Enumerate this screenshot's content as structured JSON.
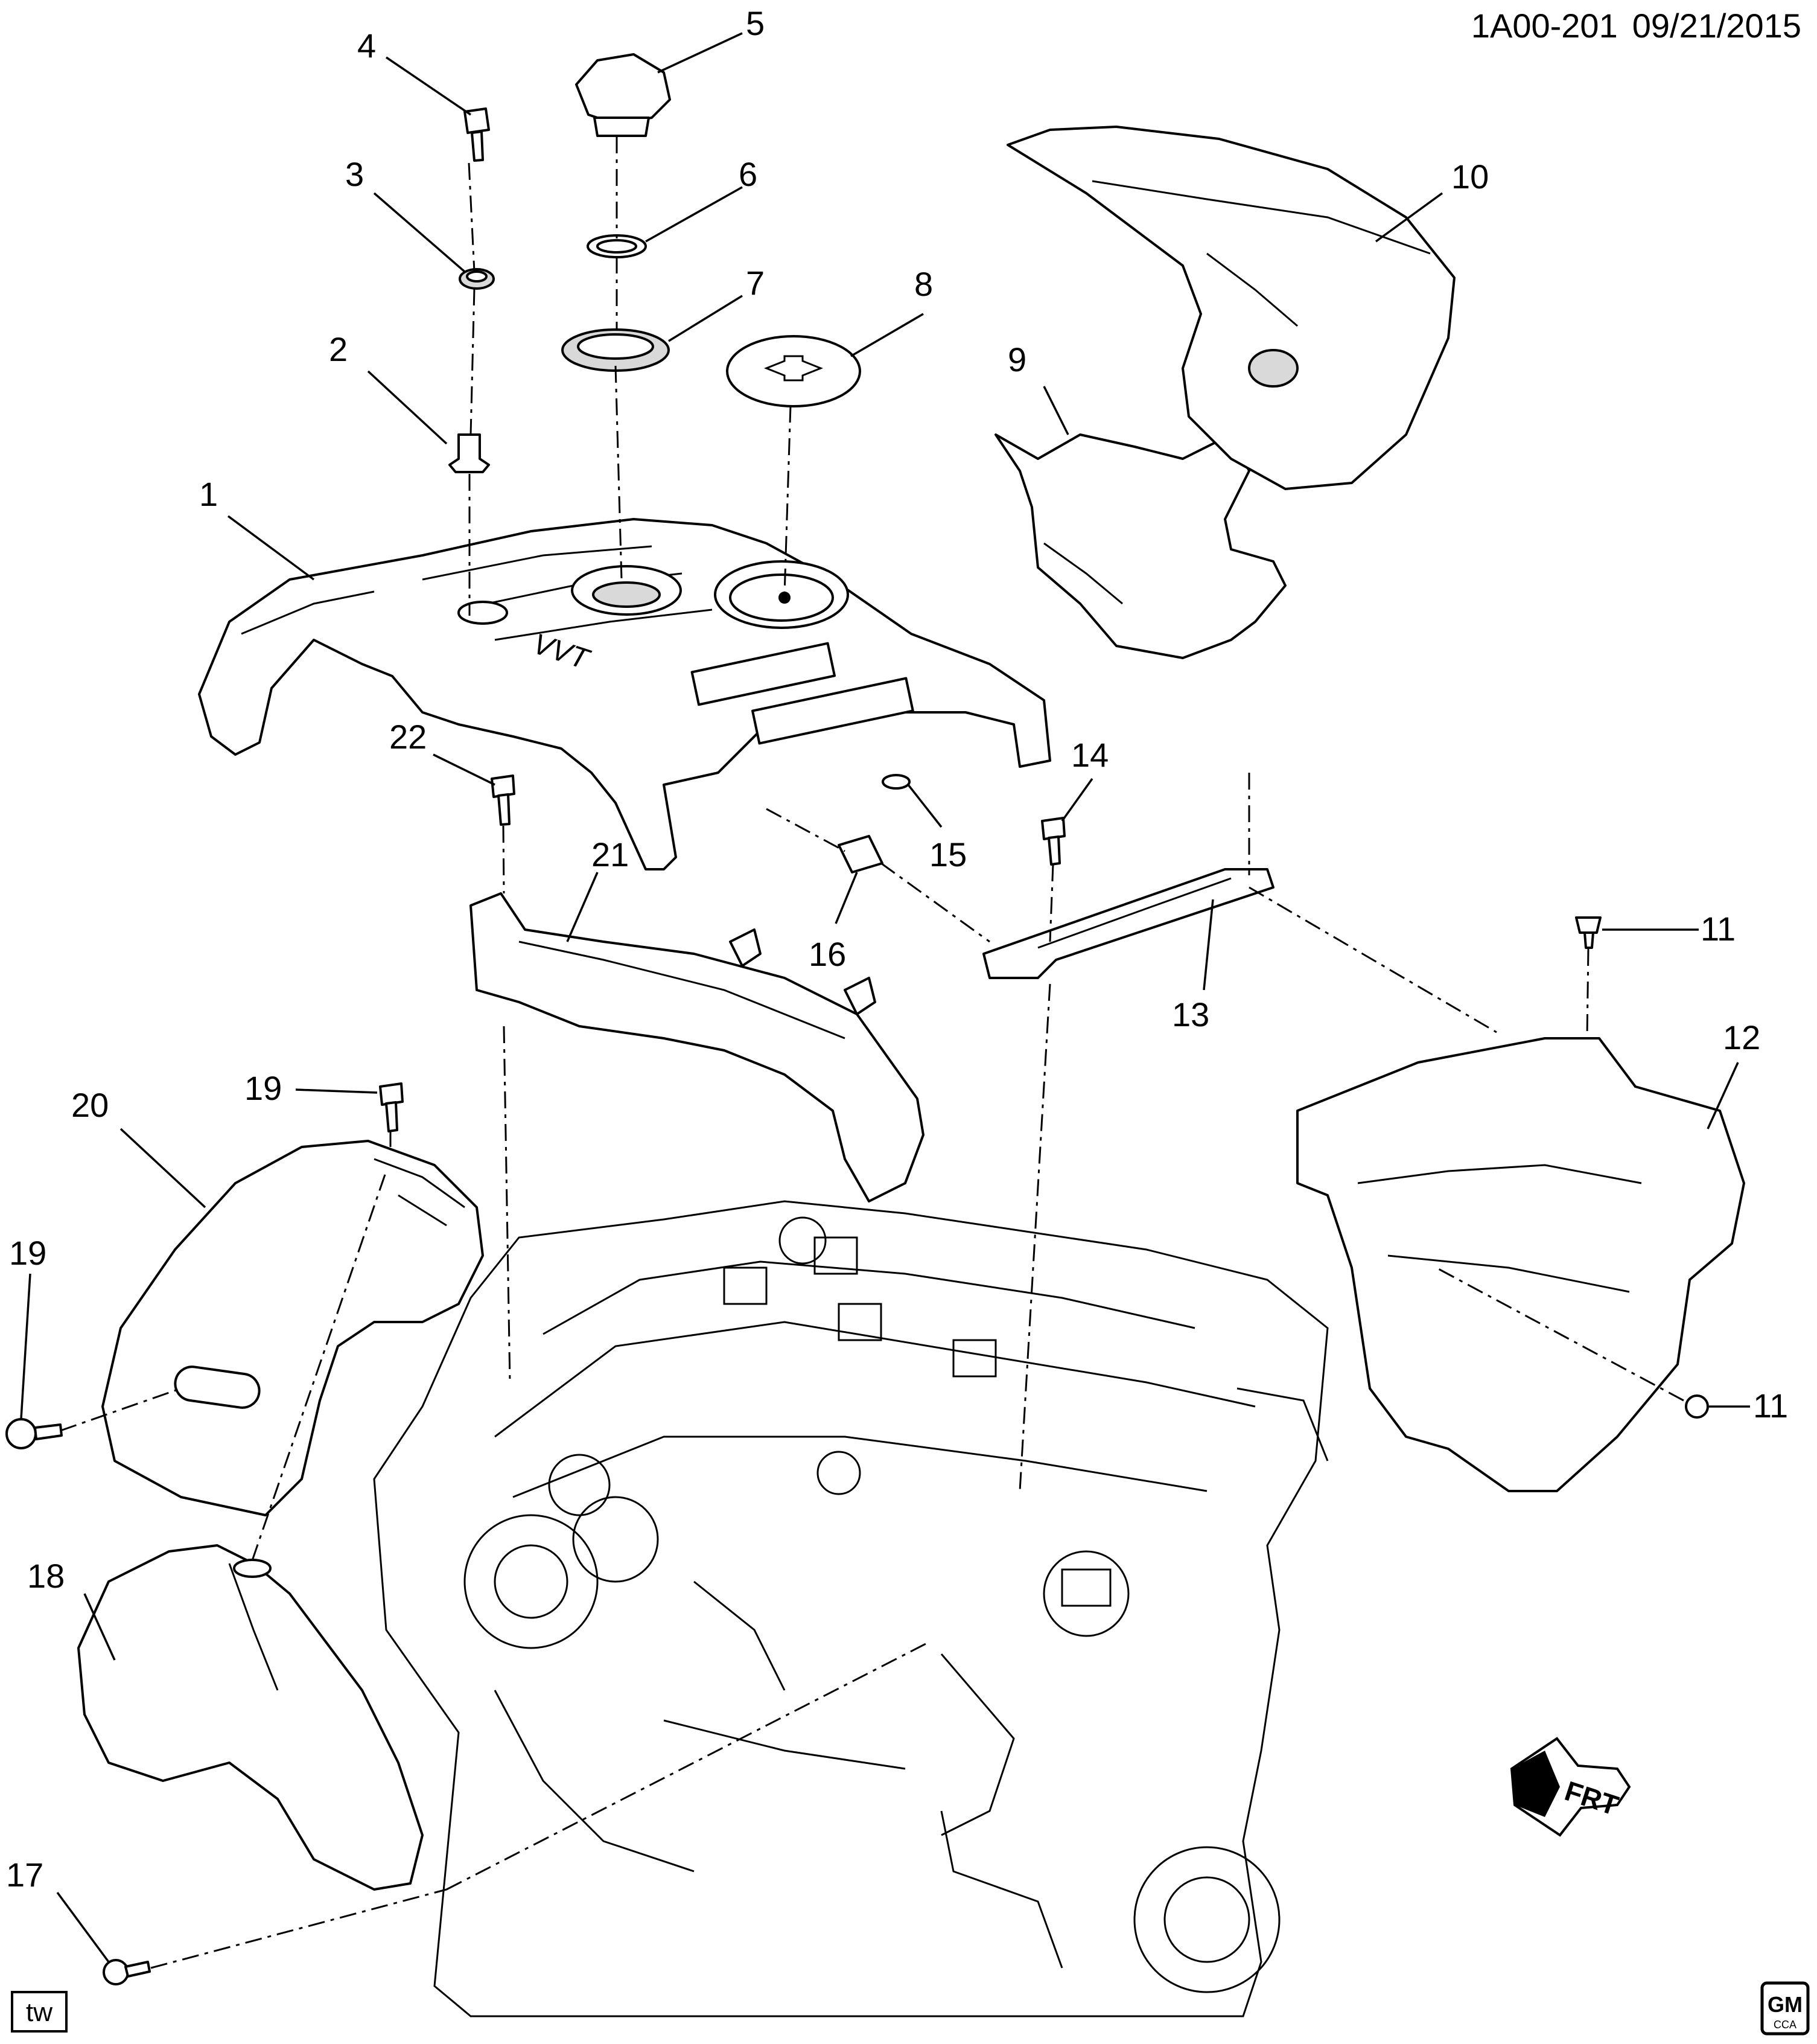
{
  "header": {
    "code": "1A00-201",
    "date": "09/21/2015"
  },
  "callouts": [
    {
      "id": "c1",
      "label": "1"
    },
    {
      "id": "c2",
      "label": "2"
    },
    {
      "id": "c3",
      "label": "3"
    },
    {
      "id": "c4",
      "label": "4"
    },
    {
      "id": "c5",
      "label": "5"
    },
    {
      "id": "c6",
      "label": "6"
    },
    {
      "id": "c7",
      "label": "7"
    },
    {
      "id": "c8",
      "label": "8"
    },
    {
      "id": "c9",
      "label": "9"
    },
    {
      "id": "c10",
      "label": "10"
    },
    {
      "id": "c11a",
      "label": "11"
    },
    {
      "id": "c11b",
      "label": "11"
    },
    {
      "id": "c12",
      "label": "12"
    },
    {
      "id": "c13",
      "label": "13"
    },
    {
      "id": "c14",
      "label": "14"
    },
    {
      "id": "c15",
      "label": "15"
    },
    {
      "id": "c16",
      "label": "16"
    },
    {
      "id": "c17",
      "label": "17"
    },
    {
      "id": "c18",
      "label": "18"
    },
    {
      "id": "c19a",
      "label": "19"
    },
    {
      "id": "c19b",
      "label": "19"
    },
    {
      "id": "c20",
      "label": "20"
    },
    {
      "id": "c21",
      "label": "21"
    },
    {
      "id": "c22",
      "label": "22"
    }
  ],
  "footer": {
    "tag": "tw",
    "logo_top": "GM",
    "logo_bottom": "CCA"
  },
  "direction_arrow": {
    "label": "FRT",
    "icon": "front-direction-arrow-icon"
  }
}
